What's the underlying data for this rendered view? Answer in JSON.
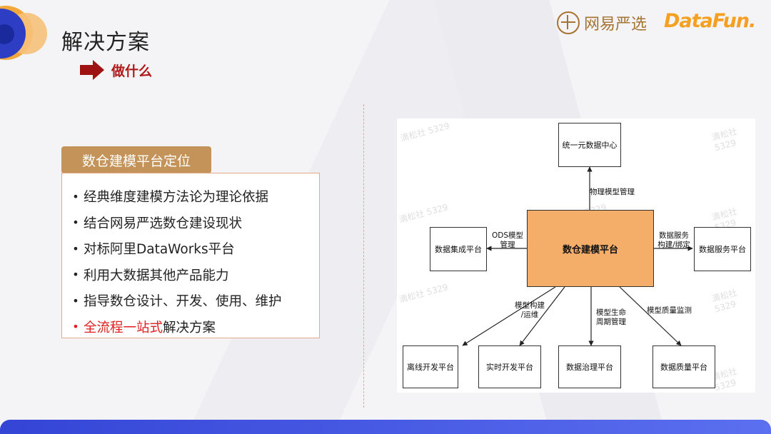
{
  "header": {
    "title": "解决方案",
    "subtitle": "做什么",
    "logo_yanxuan": "网易严选",
    "logo_datafun": "DataFun."
  },
  "panel": {
    "heading": "数仓建模平台定位",
    "items": [
      {
        "text": "经典维度建模方法论为理论依据"
      },
      {
        "text": "结合网易严选数仓建设现状"
      },
      {
        "text": "对标阿里DataWorks平台"
      },
      {
        "text": "利用大数据其他产品能力"
      },
      {
        "text": "指导数仓设计、开发、使用、维护"
      },
      {
        "highlight": "全流程一站式",
        "text": "解决方案"
      }
    ]
  },
  "diagram": {
    "nodes": {
      "center": "数仓建模平台",
      "top": "统一元数据中心",
      "left": "数据集成平台",
      "right": "数据服务平台",
      "b1": "离线开发平台",
      "b2": "实时开发平台",
      "b3": "数据治理平台",
      "b4": "数据质量平台"
    },
    "edges": {
      "top": "物理模型管理",
      "left_1": "ODS模型",
      "left_2": "管理",
      "right_1": "数据服务",
      "right_2": "构建/绑定",
      "b12_1": "模型构建",
      "b12_2": "/运维",
      "b3_1": "模型生命",
      "b3_2": "周期管理",
      "b4": "模型质量监测"
    },
    "watermark": "滴松社 5329"
  },
  "colors": {
    "accent_red": "#b01a1a",
    "highlight_red": "#e02020",
    "center_box": "#f5ad6a",
    "panel_head": "#c4935a",
    "footer": "#3445d6"
  }
}
